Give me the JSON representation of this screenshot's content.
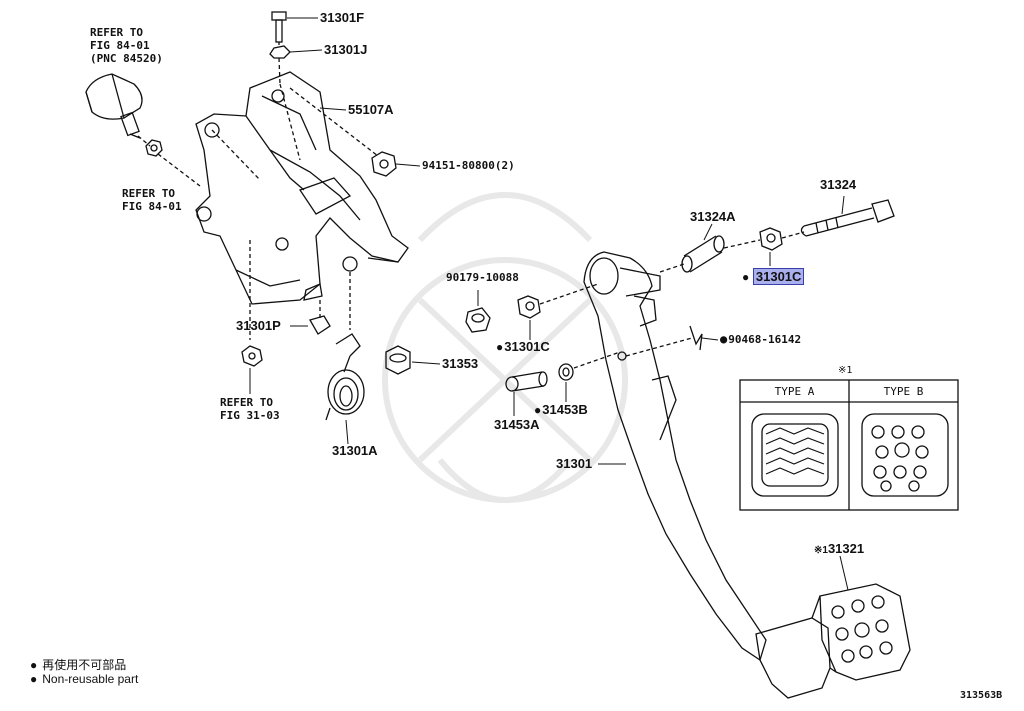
{
  "labels": {
    "refer_top": [
      "REFER TO",
      "FIG 84-01",
      "(PNC 84520)"
    ],
    "refer_mid": [
      "REFER TO",
      "FIG 84-01"
    ],
    "refer_bottom": [
      "REFER TO",
      "FIG 31-03"
    ],
    "p31301F": "31301F",
    "p31301J": "31301J",
    "p55107A": "55107A",
    "p94151": "94151-80800(2)",
    "p31324": "31324",
    "p31324A": "31324A",
    "p31301C_hl": "31301C",
    "p90179": "90179-10088",
    "p31301C": "31301C",
    "p31301P": "31301P",
    "p90468": "90468-16142",
    "p31353": "31353",
    "p31453B": "31453B",
    "p31453A": "31453A",
    "p31301A": "31301A",
    "p31301": "31301",
    "p31321": "31321",
    "p31321_note": "※1",
    "type_note": "※1",
    "type_a": "TYPE A",
    "type_b": "TYPE B"
  },
  "legend": {
    "bullet": "●",
    "japanese": "再使用不可部品",
    "english": "Non-reusable part"
  },
  "figure_code": "313563B",
  "colors": {
    "line": "#111111",
    "highlight": "#aab0ee",
    "watermark": "#e6e6e6"
  }
}
